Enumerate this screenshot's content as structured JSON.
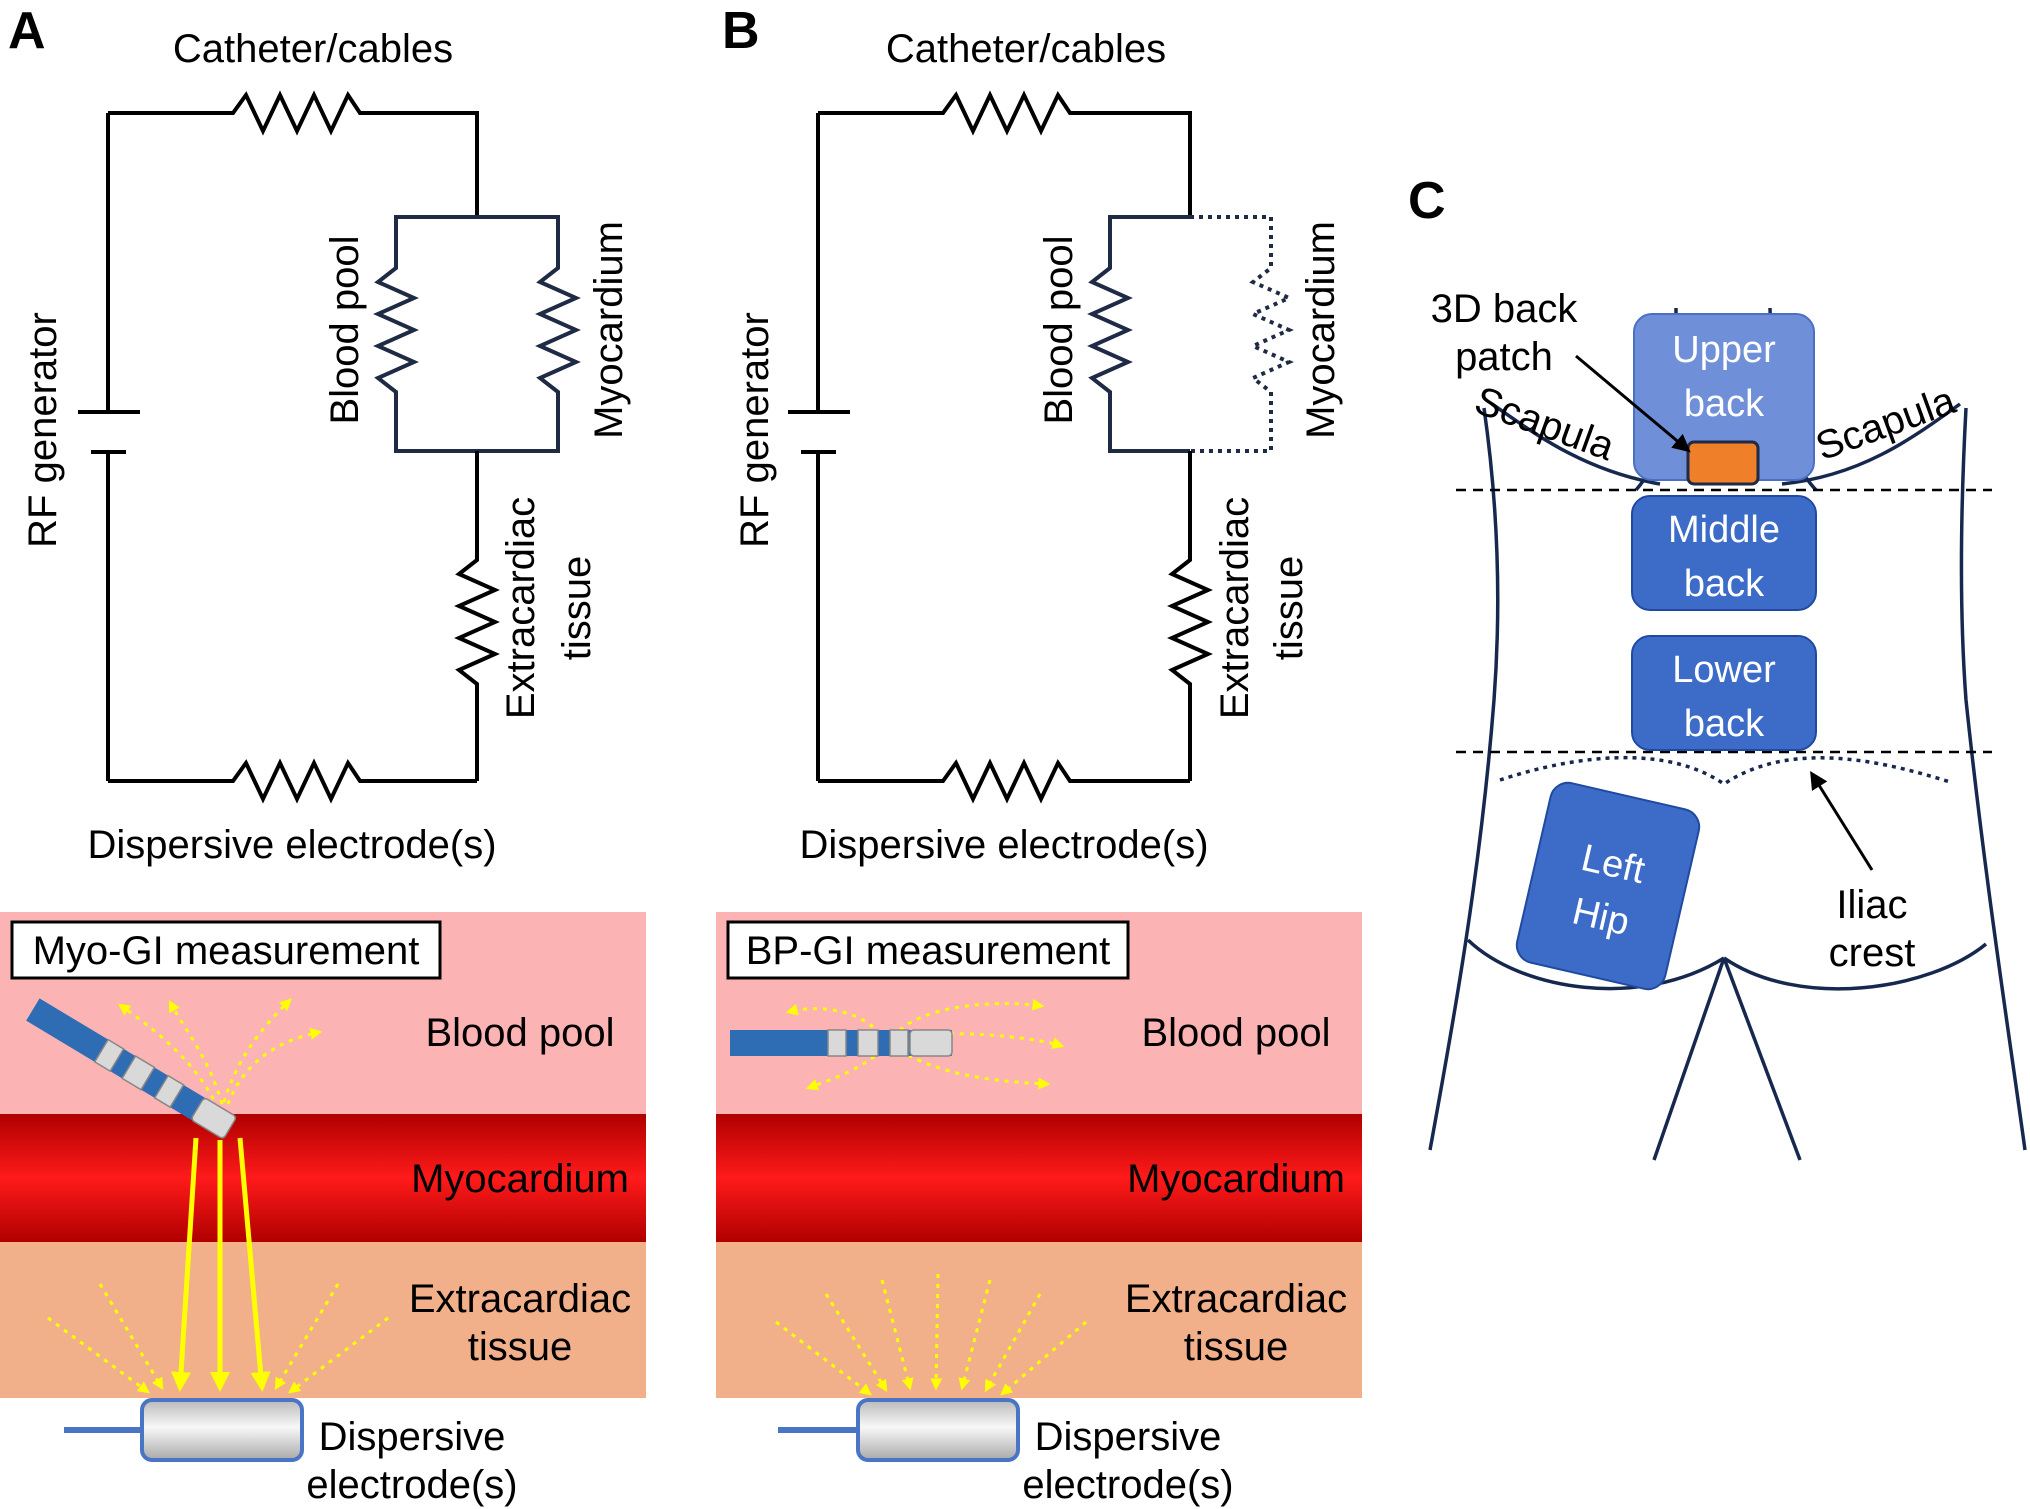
{
  "panels": {
    "A": {
      "letter": "A",
      "catheter": "Catheter/cables",
      "generator": "RF generator",
      "blood_pool": "Blood pool",
      "myocardium": "Myocardium",
      "extracardiac_line1": "Extracardiac",
      "extracardiac_line2": "tissue",
      "dispersive": "Dispersive electrode(s)",
      "measurement": "Myo-GI measurement",
      "layer_blood": "Blood pool",
      "layer_myo": "Myocardium",
      "layer_extra_line1": "Extracardiac",
      "layer_extra_line2": "tissue",
      "electrode_line1": "Dispersive",
      "electrode_line2": "electrode(s)"
    },
    "B": {
      "letter": "B",
      "catheter": "Catheter/cables",
      "generator": "RF generator",
      "blood_pool": "Blood pool",
      "myocardium": "Myocardium",
      "extracardiac_line1": "Extracardiac",
      "extracardiac_line2": "tissue",
      "dispersive": "Dispersive electrode(s)",
      "measurement": "BP-GI measurement",
      "layer_blood": "Blood pool",
      "layer_myo": "Myocardium",
      "layer_extra_line1": "Extracardiac",
      "layer_extra_line2": "tissue",
      "electrode_line1": "Dispersive",
      "electrode_line2": "electrode(s)"
    },
    "C": {
      "letter": "C",
      "patch_line1": "3D back",
      "patch_line2": "patch",
      "upper_line1": "Upper",
      "upper_line2": "back",
      "middle_line1": "Middle",
      "middle_line2": "back",
      "lower_line1": "Lower",
      "lower_line2": "back",
      "hip_line1": "Left",
      "hip_line2": "Hip",
      "scapula_left": "Scapula",
      "scapula_right": "Scapula",
      "iliac_line1": "Iliac",
      "iliac_line2": "crest"
    }
  },
  "colors": {
    "blood_pool": "#fbb3b3",
    "myocardium": "#c80000",
    "extracardiac": "#f2b08a",
    "region_fill": "#3d6cc8",
    "patch": "#f07f2a",
    "current_arrows": "#ffff00",
    "catheter_shaft": "#2e6db4",
    "electrode_border": "#4a74c4"
  }
}
